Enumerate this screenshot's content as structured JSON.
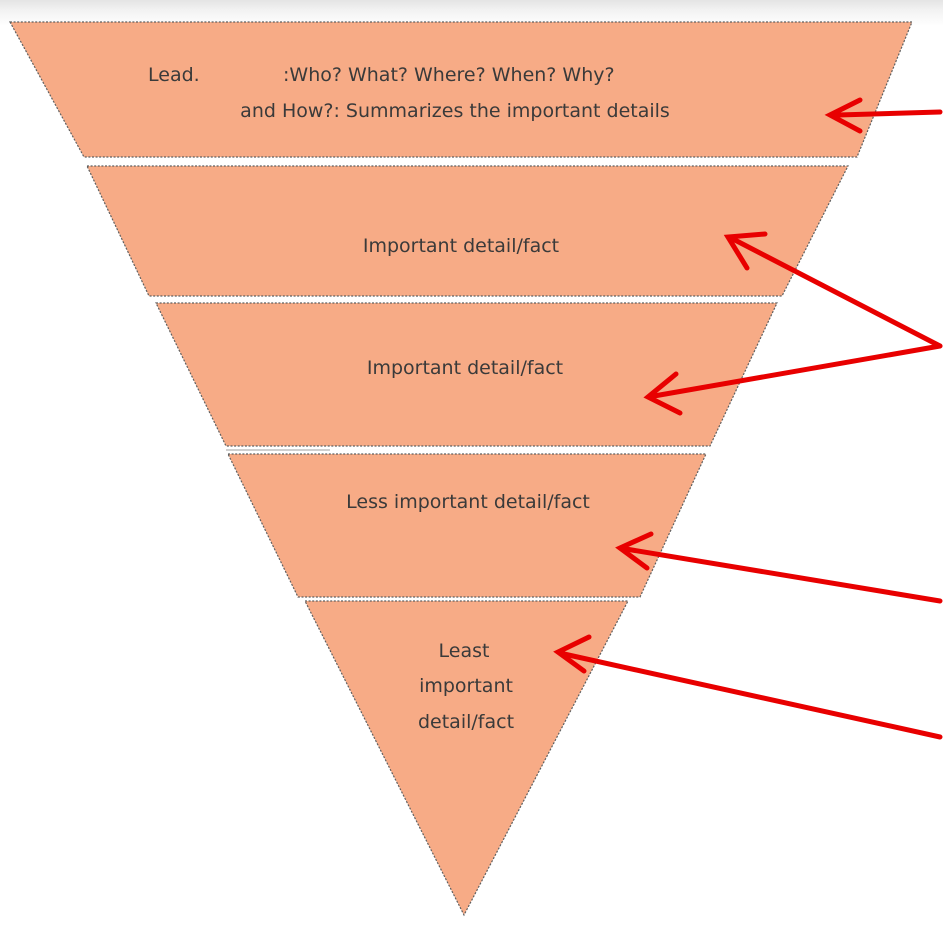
{
  "colors": {
    "segment_fill": "#f7ab86",
    "arrow": "#e80000",
    "text": "#3a3a3a"
  },
  "segments": [
    {
      "id": "lead",
      "lines": [
        {
          "parts": [
            "Lead.",
            ":Who? What? Where? When? Why?"
          ]
        },
        {
          "parts": [
            "and How?: Summarizes the important details"
          ]
        }
      ]
    },
    {
      "id": "important-1",
      "lines": [
        {
          "parts": [
            "Important detail/fact"
          ]
        }
      ]
    },
    {
      "id": "important-2",
      "lines": [
        {
          "parts": [
            "Important detail/fact"
          ]
        }
      ]
    },
    {
      "id": "less-important",
      "lines": [
        {
          "parts": [
            "Less important detail/fact"
          ]
        }
      ]
    },
    {
      "id": "least-important",
      "lines": [
        {
          "parts": [
            "Least"
          ]
        },
        {
          "parts": [
            "important"
          ]
        },
        {
          "parts": [
            "detail/fact"
          ]
        }
      ]
    }
  ],
  "arrows": [
    {
      "target": "lead"
    },
    {
      "target": "important-1"
    },
    {
      "target": "important-2"
    },
    {
      "target": "less-important"
    },
    {
      "target": "least-important"
    }
  ]
}
